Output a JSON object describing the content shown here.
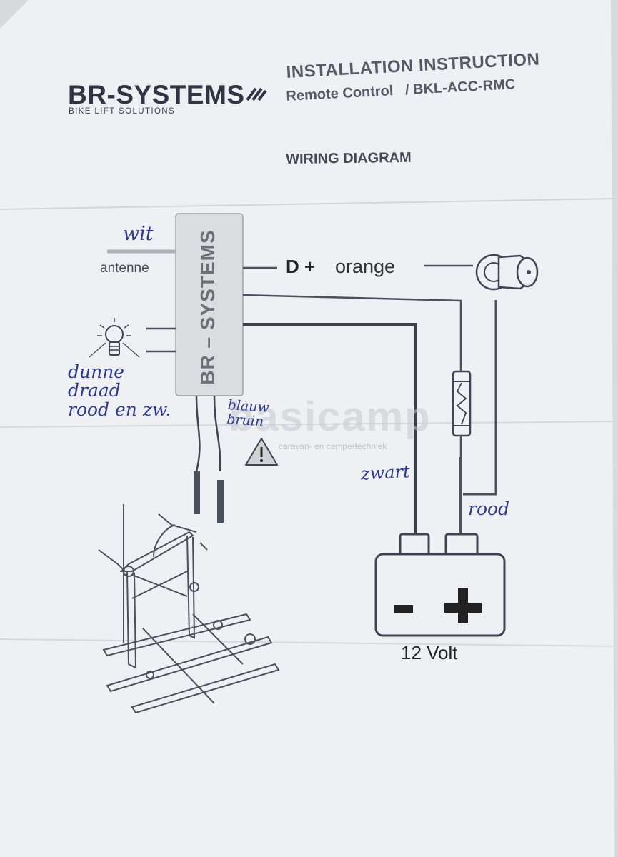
{
  "brand": {
    "name": "BR-SYSTEMS",
    "tagline": "BIKE LIFT SOLUTIONS"
  },
  "document": {
    "title": "INSTALLATION INSTRUCTION",
    "subtitle": "Remote Control   / BKL-ACC-RMC",
    "section": "WIRING DIAGRAM"
  },
  "diagram": {
    "module_label": "BR – SYSTEMS",
    "antenna_label": "antenne",
    "dplus_label": "D +",
    "dplus_color_label": "orange",
    "battery_label": "12 Volt",
    "battery_minus": "-",
    "battery_plus": "+"
  },
  "handwritten": {
    "antenna_note": "wit",
    "thin_wire_note": "dunne\ndraad\nrood en zw.",
    "blue_brown_note": "blauw\nbruin",
    "black_note": "zwart",
    "red_note": "rood"
  },
  "watermark": {
    "text": "basicamp",
    "subtitle": "caravan- en campertechniek"
  },
  "colors": {
    "paper": "#eef0f4",
    "line": "#3f4552",
    "module_fill": "#dadcdf",
    "ink": "#2d3a8c"
  }
}
